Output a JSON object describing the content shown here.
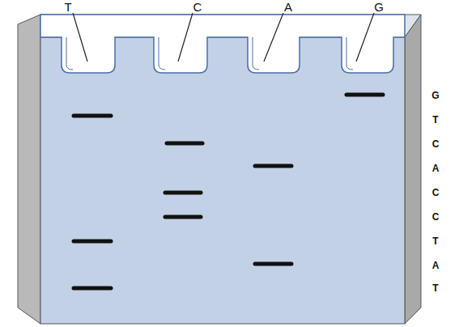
{
  "diagram": {
    "labels": [
      "T",
      "C",
      "A",
      "G",
      "G",
      "T",
      "C",
      "A",
      "C",
      "C",
      "T",
      "A",
      "T"
    ]
  }
}
